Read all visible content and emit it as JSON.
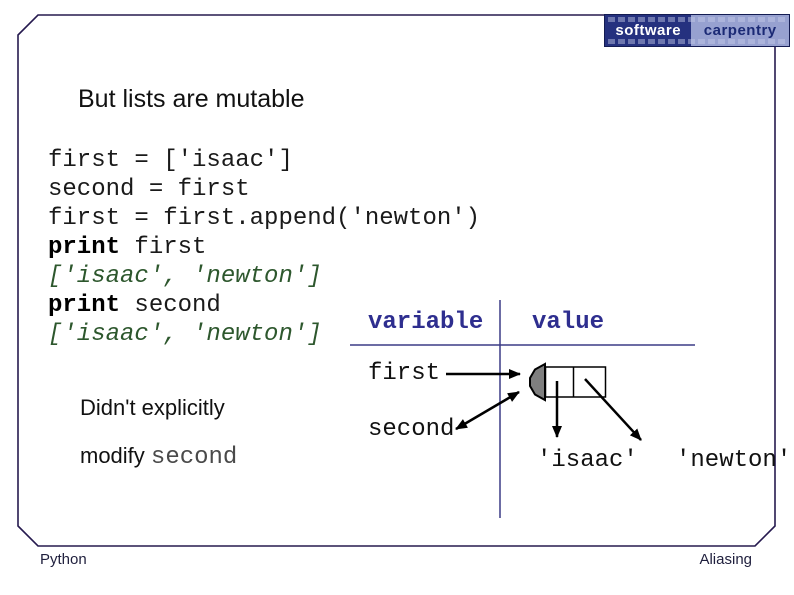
{
  "logo": {
    "left_word": "software",
    "right_word": "carpentry"
  },
  "slide": {
    "title": "But lists are mutable"
  },
  "code": {
    "line1": "first = ['isaac']",
    "line2": "second = first",
    "line3": "first = first.append('newton')",
    "line4_kw": "print",
    "line4_arg": " first",
    "line5": "['isaac', 'newton']",
    "line6_kw": "print",
    "line6_arg": " second",
    "line7": "['isaac', 'newton']"
  },
  "table": {
    "headers": {
      "variable": "variable",
      "value": "value"
    },
    "rows": [
      {
        "name": "first"
      },
      {
        "name": "second"
      }
    ]
  },
  "values": {
    "isaac": "'isaac'",
    "newton": "'newton'"
  },
  "note": {
    "line1": "Didn't explicitly",
    "line2_prefix": "modify ",
    "line2_code": "second"
  },
  "footer": {
    "left": "Python",
    "right": "Aliasing"
  },
  "colors": {
    "frame": "#261a4f",
    "table_lines": "#3b3b85",
    "header_text": "#2e2e8f",
    "output_green": "#2d572d",
    "pentagon_fill": "#7f7f7f",
    "logo_navy": "#25317f",
    "logo_light": "#97a1d0"
  }
}
